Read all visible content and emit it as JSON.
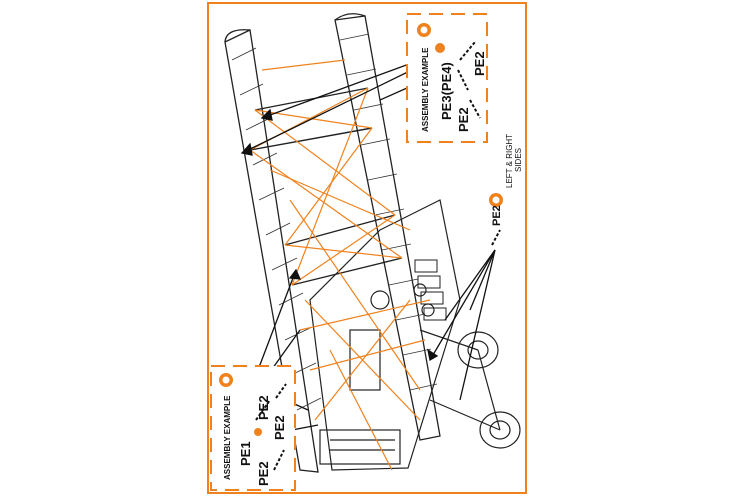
{
  "colors": {
    "accent": "#f0821e",
    "ink": "#111111"
  },
  "callouts": {
    "top_box": {
      "caption": "ASSEMBLY EXAMPLE",
      "part_a": "PE3(PE4)",
      "part_b": "PE2",
      "part_c": "PE2"
    },
    "side_note": {
      "part": "PE2",
      "text_line1": "LEFT & RIGHT",
      "text_line2": "SIDES"
    },
    "bottom_box": {
      "caption": "ASSEMBLY EXAMPLE",
      "part_a": "PE1",
      "part_b": "PE2",
      "part_c": "PE2",
      "part_d": "PE2"
    }
  },
  "icons": [
    "assembly-marker-icon",
    "wire-chain-icon"
  ]
}
